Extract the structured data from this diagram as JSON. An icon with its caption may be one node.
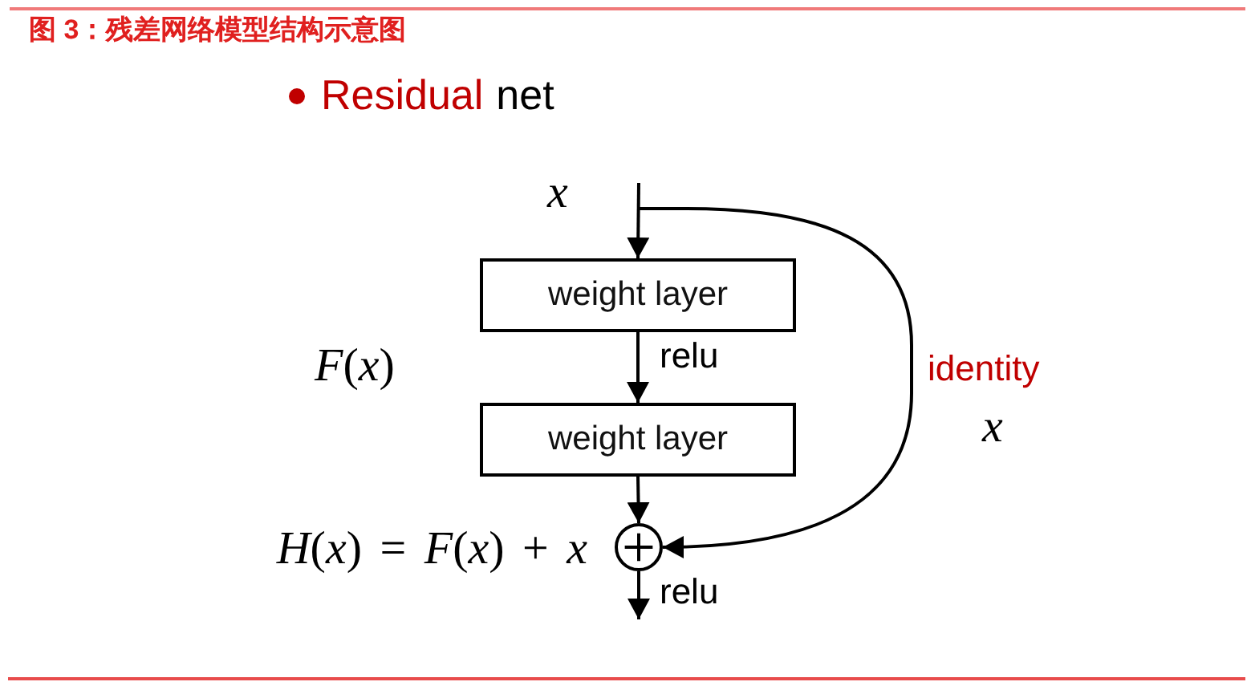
{
  "diagram": {
    "title": "图 3：残差网络模型结构示意图",
    "nodes": [
      {
        "text": [
          "weight layer"
        ]
      },
      {
        "text": [
          "weight layer"
        ]
      },
      {
        "text": [],
        "shape": "circle"
      }
    ],
    "edges": [
      {
        "from": null,
        "to": 0,
        "arrow": "to"
      },
      {
        "from": 0,
        "to": 1,
        "label": "relu",
        "arrow": "to"
      },
      {
        "from": 1,
        "to": 2,
        "arrow": "to"
      },
      {
        "from": null,
        "to": 2,
        "label": "identity",
        "arrow": "to"
      },
      {
        "from": 2,
        "to": null,
        "label": "relu",
        "arrow": "to"
      }
    ],
    "labels": [
      "Residual",
      "net",
      "x",
      "*F*(*x*)",
      "x",
      "*H*(*x*) = *F*(*x*) + *x*"
    ]
  }
}
